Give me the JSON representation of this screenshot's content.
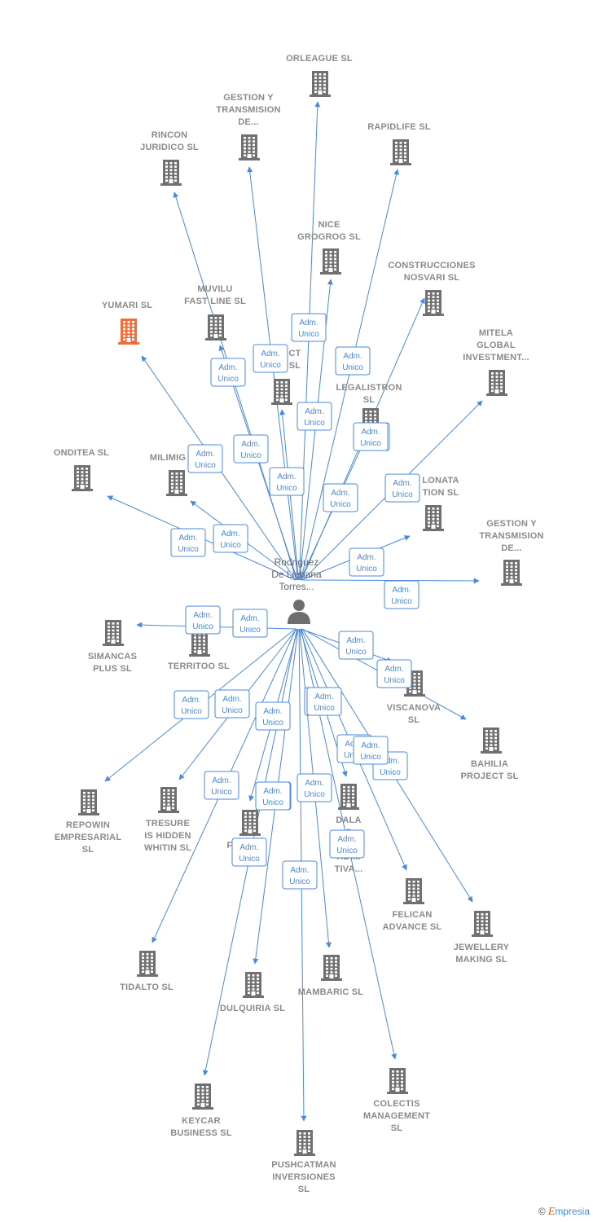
{
  "colors": {
    "edge": "#4a89dc",
    "building": "#707070",
    "highlight": "#f26b3a",
    "label": "#8a8a8a"
  },
  "center": {
    "label_lines": [
      "Rodriguez",
      "De Liebana",
      "Torres..."
    ],
    "icon": "person-icon"
  },
  "badge": {
    "line1": "Adm.",
    "line2": "Unico"
  },
  "companies": [
    {
      "id": "orleague",
      "lines": [
        "ORLEAGUE  SL"
      ]
    },
    {
      "id": "gestion1",
      "lines": [
        "GESTION Y",
        "TRANSMISION",
        "DE..."
      ]
    },
    {
      "id": "rapidlife",
      "lines": [
        "RAPIDLIFE  SL"
      ]
    },
    {
      "id": "rincon",
      "lines": [
        "RINCON",
        "JURIDICO SL"
      ]
    },
    {
      "id": "nice",
      "lines": [
        "NICE",
        "GROGROG  SL"
      ]
    },
    {
      "id": "construcciones",
      "lines": [
        "CONSTRUCCIONES",
        "NOSVARI  SL"
      ]
    },
    {
      "id": "yumari",
      "lines": [
        "YUMARI  SL"
      ],
      "highlight": true
    },
    {
      "id": "muvilu",
      "lines": [
        "MUVILU",
        "FAST LINE  SL"
      ]
    },
    {
      "id": "ct",
      "lines": [
        "CT",
        "SL"
      ]
    },
    {
      "id": "mitela",
      "lines": [
        "MITELA",
        "GLOBAL",
        "INVESTMENT..."
      ]
    },
    {
      "id": "legalistron",
      "lines": [
        "LEGALISTRON",
        "SL"
      ]
    },
    {
      "id": "onditea",
      "lines": [
        "ONDITEA  SL"
      ]
    },
    {
      "id": "milimig",
      "lines": [
        "MILIMIG"
      ]
    },
    {
      "id": "lonata",
      "lines": [
        "LONATA",
        "TION  SL"
      ]
    },
    {
      "id": "gestion2",
      "lines": [
        "GESTION Y",
        "TRANSMISION",
        "DE..."
      ]
    },
    {
      "id": "simancas",
      "lines": [
        "SIMANCAS",
        "PLUS  SL"
      ]
    },
    {
      "id": "territoo",
      "lines": [
        "TERRITOO  SL"
      ]
    },
    {
      "id": "viscanova",
      "lines": [
        "VISCANOVA",
        "SL"
      ]
    },
    {
      "id": "bahilia",
      "lines": [
        "BAHILIA",
        "PROJECT  SL"
      ]
    },
    {
      "id": "repowin",
      "lines": [
        "REPOWIN",
        "EMPRESARIAL",
        "SL"
      ]
    },
    {
      "id": "tresure",
      "lines": [
        "TRESURE",
        "IS HIDDEN",
        "WHITIN  SL"
      ]
    },
    {
      "id": "fra",
      "lines": [
        "FRA",
        "Y"
      ]
    },
    {
      "id": "dala",
      "lines": [
        "DALA",
        "G",
        "A",
        "ADMI",
        "TIVA..."
      ]
    },
    {
      "id": "felican",
      "lines": [
        "FELICAN",
        "ADVANCE  SL"
      ]
    },
    {
      "id": "jewellery",
      "lines": [
        "JEWELLERY",
        "MAKING  SL"
      ]
    },
    {
      "id": "tidalto",
      "lines": [
        "TIDALTO  SL"
      ]
    },
    {
      "id": "dulquiria",
      "lines": [
        "DULQUIRIA  SL"
      ]
    },
    {
      "id": "mambaric",
      "lines": [
        "MAMBARIC  SL"
      ]
    },
    {
      "id": "keycar",
      "lines": [
        "KEYCAR",
        "BUSINESS  SL"
      ]
    },
    {
      "id": "pushcatman",
      "lines": [
        "PUSHCATMAN",
        "INVERSIONES",
        "SL"
      ]
    },
    {
      "id": "colectis",
      "lines": [
        "COLECTIS",
        "MANAGEMENT",
        "SL"
      ]
    }
  ],
  "watermark": {
    "copyright": "©",
    "brand_initial": "E",
    "brand_rest": "mpresia"
  }
}
